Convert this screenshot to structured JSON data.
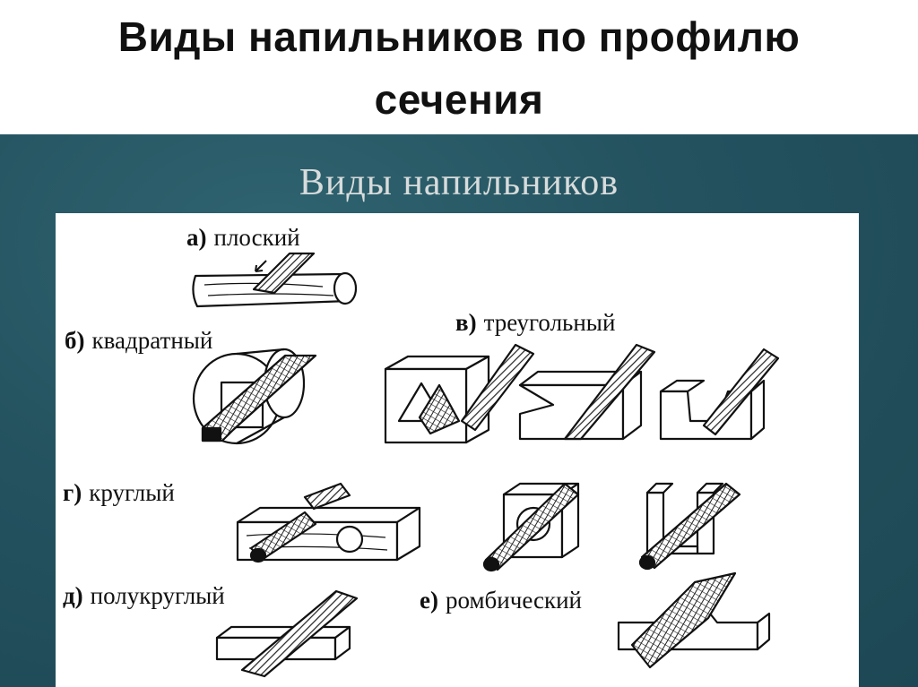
{
  "page": {
    "title_line1": "Виды напильников по профилю",
    "title_line2": "сечения"
  },
  "slide": {
    "title": "Виды напильников"
  },
  "labels": [
    {
      "letter": "а)",
      "text": "плоский"
    },
    {
      "letter": "б)",
      "text": "квадратный"
    },
    {
      "letter": "в)",
      "text": "треугольный"
    },
    {
      "letter": "г)",
      "text": "круглый"
    },
    {
      "letter": "д)",
      "text": "полукруглый"
    },
    {
      "letter": "е)",
      "text": "ромбический"
    }
  ]
}
